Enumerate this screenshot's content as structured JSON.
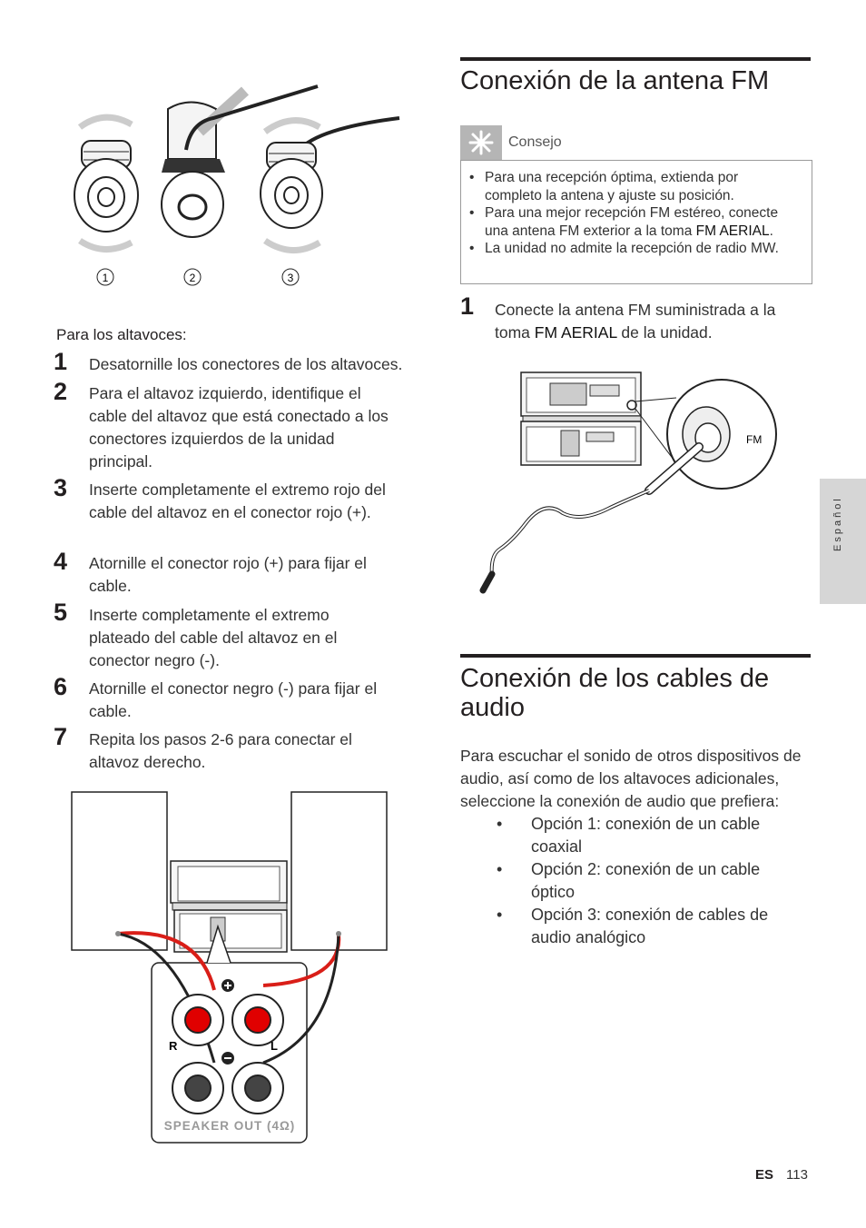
{
  "left": {
    "figure_callouts": [
      "1",
      "2",
      "3"
    ],
    "intro": "Para los altavoces:",
    "steps": [
      {
        "num": "1",
        "text": "Desatornille los conectores de los altavoces."
      },
      {
        "num": "2",
        "text": "Para el altavoz izquierdo, identifique el cable del altavoz que está conectado a los conectores izquierdos de la unidad principal."
      },
      {
        "num": "3",
        "text": "Inserte completamente el extremo rojo del cable del altavoz en el conector rojo (+)."
      },
      {
        "num": "4",
        "text": "Atornille el conector rojo (+) para fijar el cable."
      },
      {
        "num": "5",
        "text": "Inserte completamente el extremo plateado del cable del altavoz en el conector negro (-)."
      },
      {
        "num": "6",
        "text": "Atornille el conector negro (-) para fijar el cable."
      },
      {
        "num": "7",
        "text": "Repita los pasos 2-6 para conectar el altavoz derecho."
      }
    ],
    "speaker_panel": {
      "label_R": "R",
      "label_L": "L",
      "caption": "SPEAKER OUT (4Ω)"
    }
  },
  "right": {
    "fm_section": {
      "title": "Conexión de la antena FM",
      "tip_label": "Consejo",
      "tips": [
        {
          "text": "Para una recepción óptima, extienda por completo la antena y ajuste su posición.",
          "bold": ""
        },
        {
          "text": "Para una mejor recepción FM estéreo, conecte una antena FM exterior a la toma ",
          "bold": "FM AERIAL",
          "after": "."
        },
        {
          "text": "La unidad no admite la recepción de radio MW.",
          "bold": ""
        }
      ],
      "step": {
        "num": "1",
        "text_before": "Conecte la antena FM suministrada a la toma ",
        "bold": "FM AERIAL",
        "text_after": " de la unidad."
      },
      "figure_label": "FM"
    },
    "audio_section": {
      "title": "Conexión de los cables de audio",
      "intro": "Para escuchar el sonido de otros dispositivos de audio, así como de los altavoces adicionales, seleccione la conexión de audio que prefiera:",
      "options": [
        "Opción 1: conexión de un cable coaxial",
        "Opción 2: conexión de un cable óptico",
        "Opción 3: conexión de cables de audio analógico"
      ]
    }
  },
  "side_tab": {
    "language": "Español"
  },
  "footer": {
    "lang_code": "ES",
    "page_number": "113"
  },
  "colors": {
    "text": "#231f20",
    "tip_icon_bg": "#b5b5b5",
    "tab_bg": "#d6d6d6",
    "wire_red": "#d91e18",
    "connector_red": "#e00000"
  }
}
